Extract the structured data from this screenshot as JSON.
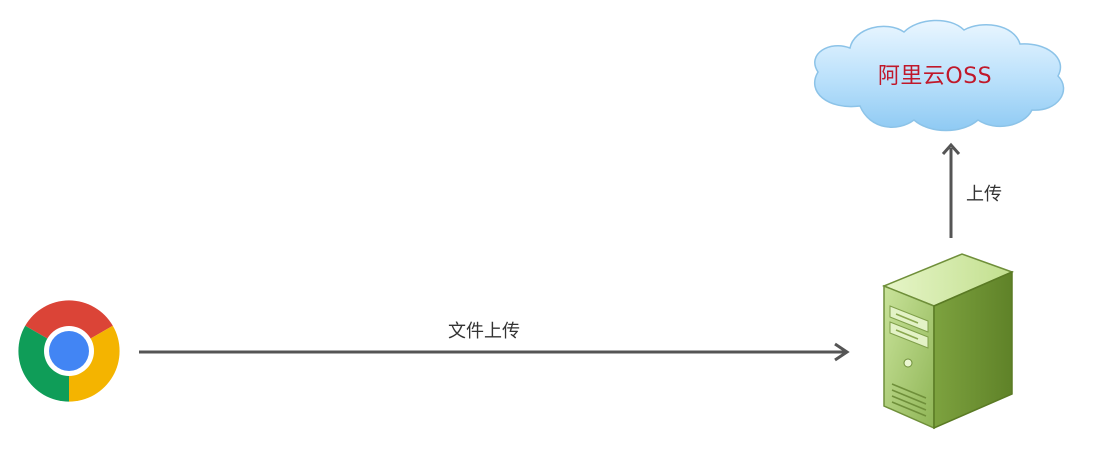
{
  "cloud": {
    "label": "阿里云OSS",
    "label_color": "#c0182a",
    "icon": "cloud-icon"
  },
  "arrows": {
    "server_to_cloud_label": "上传",
    "browser_to_server_label": "文件上传",
    "color": "#555555"
  },
  "browser": {
    "icon": "chrome-icon"
  },
  "server": {
    "icon": "server-icon"
  }
}
